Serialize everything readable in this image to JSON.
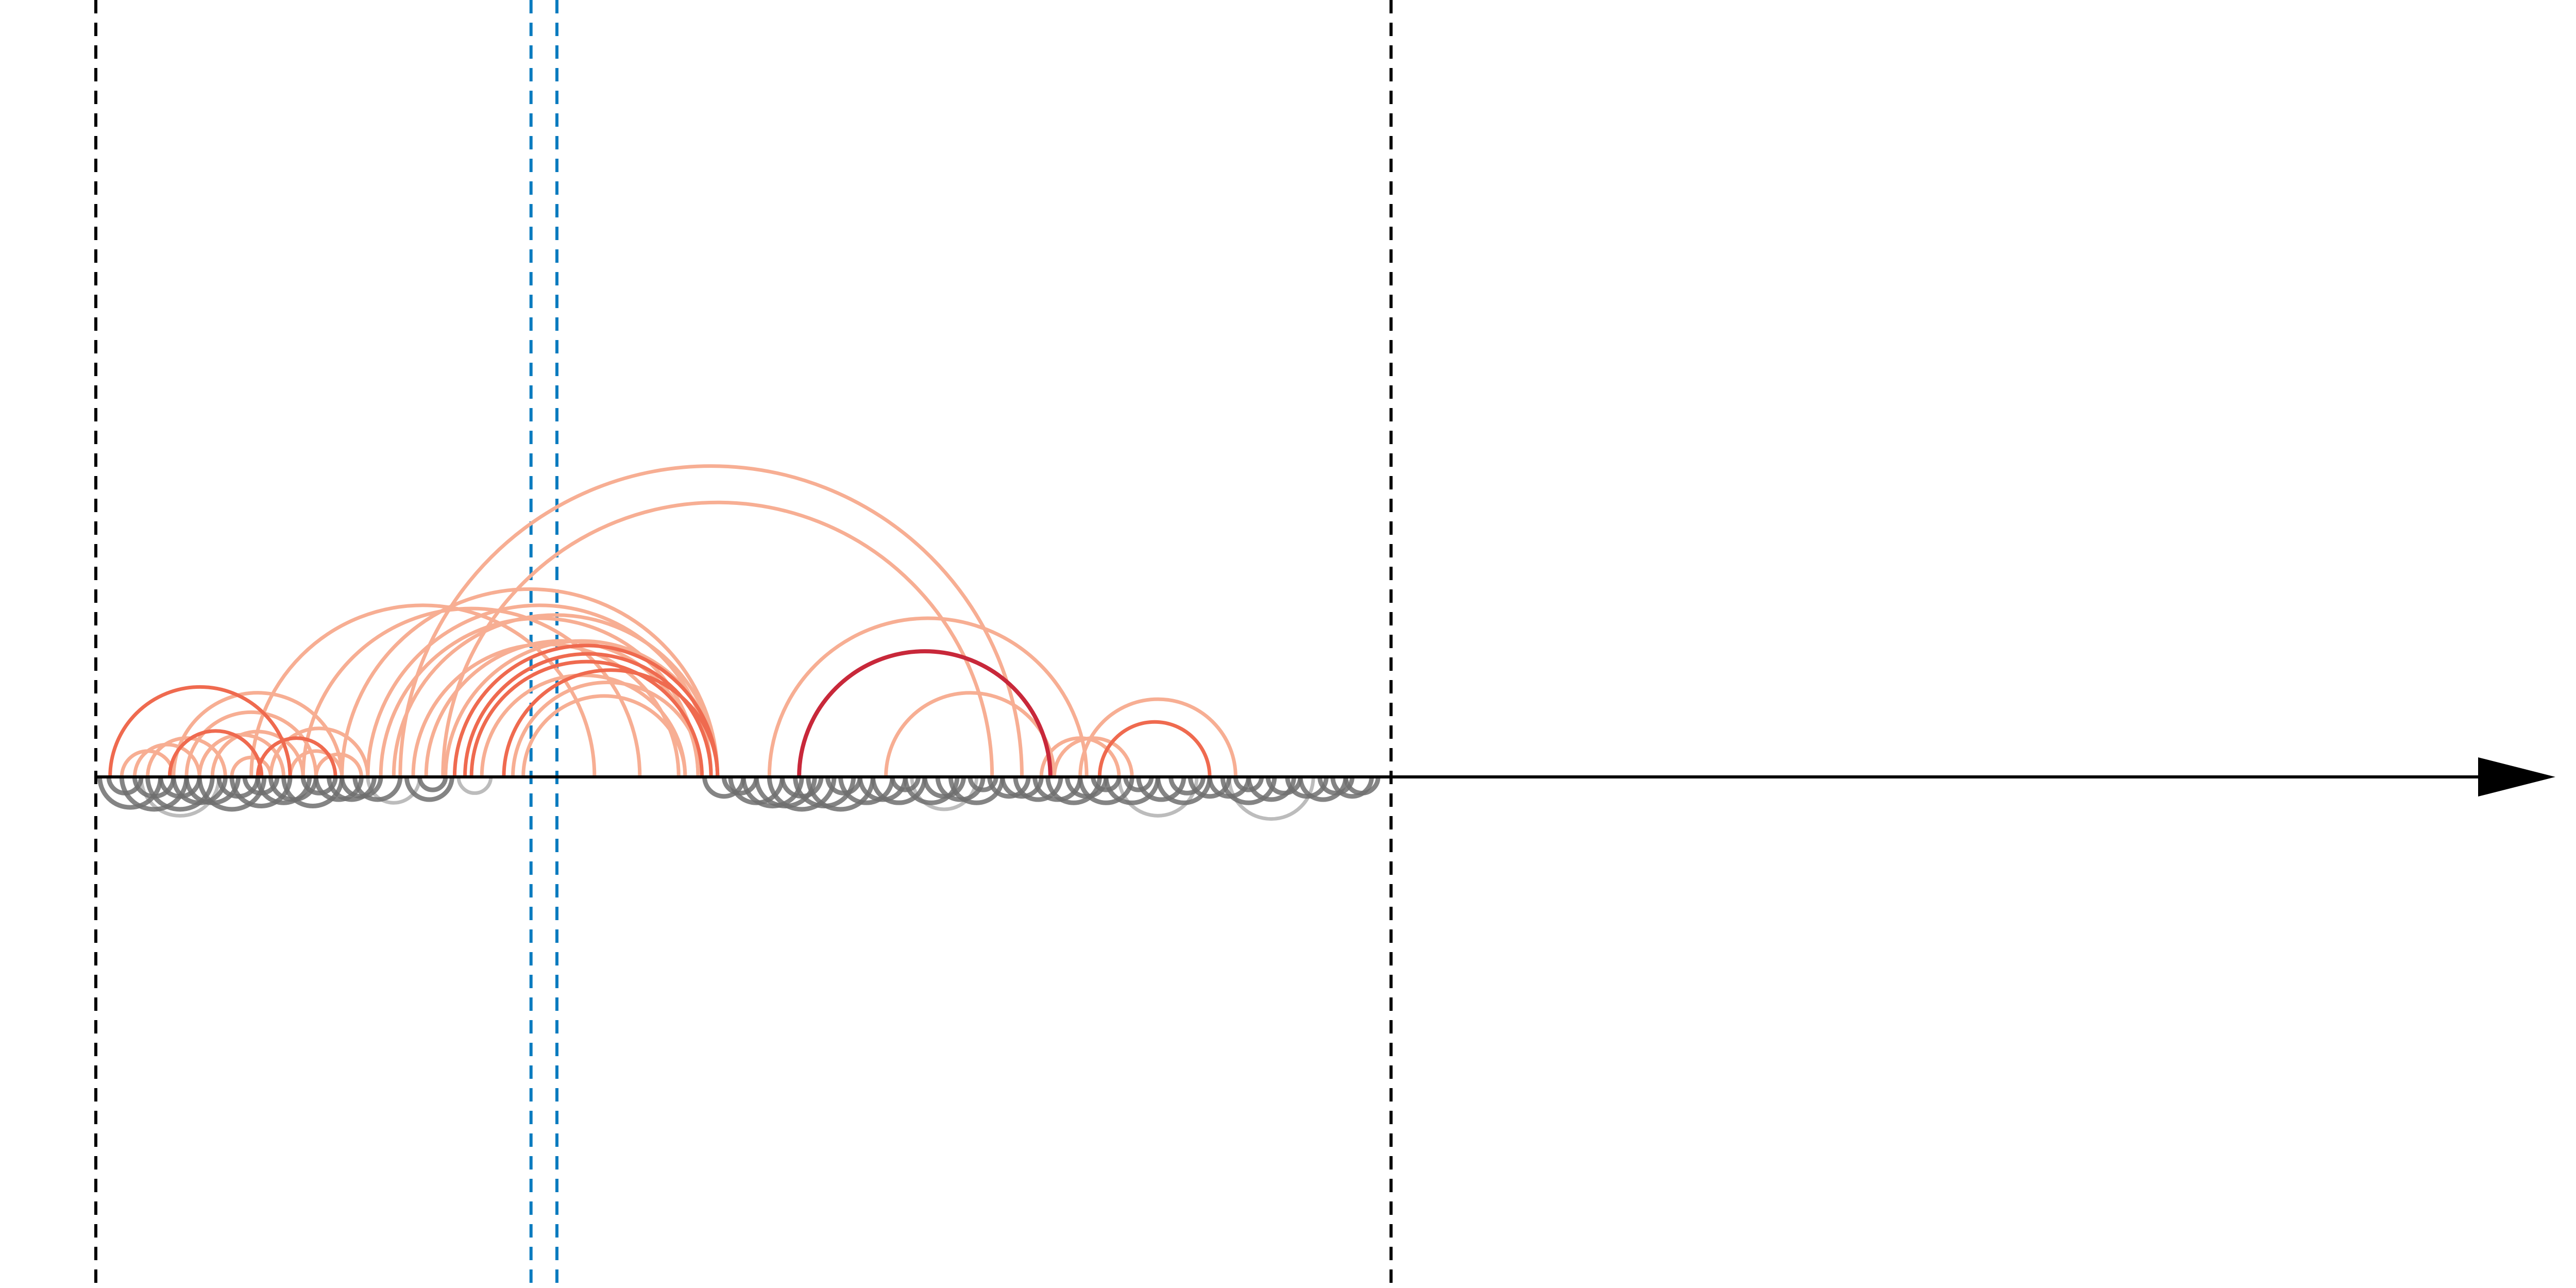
{
  "colors": {
    "background": "#ffffff",
    "axis": "#000000",
    "boundary_line": "#000000",
    "marker_line": "#0a7bbf",
    "below_arc": "#6e6e6e",
    "below_arc_light": "#b0b0b0",
    "arc_light": "#f7ae93",
    "arc_mid": "#ef6a4f",
    "arc_dark": "#c8283a"
  },
  "axis": {
    "arrow_direction": "right",
    "domain": [
      0,
      100
    ]
  },
  "boundary_lines": [
    {
      "position": 0,
      "style": "dashed"
    },
    {
      "position": 100,
      "style": "dashed"
    }
  ],
  "marker_lines": [
    {
      "position": 33.6,
      "style": "dashed"
    },
    {
      "position": 35.6,
      "style": "dashed"
    }
  ],
  "arcs_above": [
    {
      "start": 1.1,
      "end": 15.0,
      "color": "arc_mid"
    },
    {
      "start": 5.7,
      "end": 12.8,
      "color": "arc_mid"
    },
    {
      "start": 3.0,
      "end": 8.0,
      "color": "arc_light"
    },
    {
      "start": 4.0,
      "end": 10.0,
      "color": "arc_light"
    },
    {
      "start": 2.0,
      "end": 6.0,
      "color": "arc_light"
    },
    {
      "start": 6.0,
      "end": 19.0,
      "color": "arc_light"
    },
    {
      "start": 7.0,
      "end": 17.0,
      "color": "arc_light"
    },
    {
      "start": 8.0,
      "end": 14.5,
      "color": "arc_light"
    },
    {
      "start": 9.0,
      "end": 16.0,
      "color": "arc_light"
    },
    {
      "start": 10.5,
      "end": 13.5,
      "color": "arc_light"
    },
    {
      "start": 12.5,
      "end": 18.5,
      "color": "arc_mid"
    },
    {
      "start": 15.0,
      "end": 19.0,
      "color": "arc_light"
    },
    {
      "start": 13.5,
      "end": 21.0,
      "color": "arc_light"
    },
    {
      "start": 17.0,
      "end": 20.5,
      "color": "arc_light"
    },
    {
      "start": 12.0,
      "end": 38.5,
      "color": "arc_light"
    },
    {
      "start": 16.0,
      "end": 42.0,
      "color": "arc_light"
    },
    {
      "start": 19.0,
      "end": 48.0,
      "color": "arc_light"
    },
    {
      "start": 21.0,
      "end": 47.5,
      "color": "arc_light"
    },
    {
      "start": 22.0,
      "end": 46.5,
      "color": "arc_light"
    },
    {
      "start": 23.0,
      "end": 48.0,
      "color": "arc_light"
    },
    {
      "start": 24.5,
      "end": 45.0,
      "color": "arc_light"
    },
    {
      "start": 25.5,
      "end": 46.5,
      "color": "arc_light"
    },
    {
      "start": 27.0,
      "end": 48.0,
      "color": "arc_light"
    },
    {
      "start": 23.5,
      "end": 71.5,
      "color": "arc_light"
    },
    {
      "start": 26.8,
      "end": 69.2,
      "color": "arc_light"
    },
    {
      "start": 27.7,
      "end": 48.0,
      "color": "arc_mid"
    },
    {
      "start": 28.5,
      "end": 47.5,
      "color": "arc_mid"
    },
    {
      "start": 29.0,
      "end": 46.8,
      "color": "arc_mid"
    },
    {
      "start": 29.8,
      "end": 45.5,
      "color": "arc_light"
    },
    {
      "start": 31.5,
      "end": 48.0,
      "color": "arc_mid"
    },
    {
      "start": 32.2,
      "end": 46.8,
      "color": "arc_light"
    },
    {
      "start": 33.0,
      "end": 45.5,
      "color": "arc_light"
    },
    {
      "start": 54.3,
      "end": 73.7,
      "color": "arc_dark"
    },
    {
      "start": 52.0,
      "end": 76.5,
      "color": "arc_light"
    },
    {
      "start": 61.0,
      "end": 74.0,
      "color": "arc_light"
    },
    {
      "start": 73.0,
      "end": 79.0,
      "color": "arc_light"
    },
    {
      "start": 76.0,
      "end": 88.0,
      "color": "arc_light"
    },
    {
      "start": 77.5,
      "end": 86.0,
      "color": "arc_mid"
    },
    {
      "start": 74.0,
      "end": 80.0,
      "color": "arc_light"
    }
  ],
  "arcs_below": [
    {
      "start": 0.3,
      "end": 5.0
    },
    {
      "start": 1.0,
      "end": 3.5
    },
    {
      "start": 2.0,
      "end": 7.0
    },
    {
      "start": 3.0,
      "end": 6.0
    },
    {
      "start": 4.0,
      "end": 9.0
    },
    {
      "start": 5.0,
      "end": 8.0
    },
    {
      "start": 6.0,
      "end": 10.0
    },
    {
      "start": 7.0,
      "end": 11.0
    },
    {
      "start": 8.0,
      "end": 13.0
    },
    {
      "start": 9.5,
      "end": 12.5
    },
    {
      "start": 10.5,
      "end": 15.0
    },
    {
      "start": 11.5,
      "end": 14.0
    },
    {
      "start": 12.5,
      "end": 16.5
    },
    {
      "start": 13.5,
      "end": 17.0
    },
    {
      "start": 14.5,
      "end": 19.0
    },
    {
      "start": 16.0,
      "end": 18.5
    },
    {
      "start": 17.0,
      "end": 20.5
    },
    {
      "start": 18.0,
      "end": 21.5
    },
    {
      "start": 19.0,
      "end": 22.0
    },
    {
      "start": 20.0,
      "end": 23.5
    },
    {
      "start": 24.0,
      "end": 27.5
    },
    {
      "start": 25.0,
      "end": 27.0
    },
    {
      "start": 47.0,
      "end": 50.0
    },
    {
      "start": 48.5,
      "end": 51.0
    },
    {
      "start": 49.0,
      "end": 53.0
    },
    {
      "start": 50.0,
      "end": 54.5
    },
    {
      "start": 51.0,
      "end": 55.5
    },
    {
      "start": 52.0,
      "end": 57.0
    },
    {
      "start": 53.0,
      "end": 56.0
    },
    {
      "start": 54.0,
      "end": 58.5
    },
    {
      "start": 55.0,
      "end": 60.0
    },
    {
      "start": 56.5,
      "end": 59.0
    },
    {
      "start": 57.5,
      "end": 61.5
    },
    {
      "start": 59.0,
      "end": 62.5
    },
    {
      "start": 60.0,
      "end": 64.0
    },
    {
      "start": 61.5,
      "end": 63.5
    },
    {
      "start": 62.5,
      "end": 66.5
    },
    {
      "start": 64.0,
      "end": 67.0
    },
    {
      "start": 65.0,
      "end": 68.5
    },
    {
      "start": 66.0,
      "end": 70.0
    },
    {
      "start": 67.5,
      "end": 69.5
    },
    {
      "start": 69.0,
      "end": 72.0
    },
    {
      "start": 70.0,
      "end": 73.0
    },
    {
      "start": 71.0,
      "end": 74.5
    },
    {
      "start": 72.5,
      "end": 76.0
    },
    {
      "start": 73.5,
      "end": 77.5
    },
    {
      "start": 75.0,
      "end": 78.0
    },
    {
      "start": 76.0,
      "end": 80.0
    },
    {
      "start": 77.0,
      "end": 79.0
    },
    {
      "start": 78.0,
      "end": 82.0
    },
    {
      "start": 79.5,
      "end": 81.5
    },
    {
      "start": 80.5,
      "end": 84.0
    },
    {
      "start": 82.0,
      "end": 86.0
    },
    {
      "start": 83.0,
      "end": 85.5
    },
    {
      "start": 84.5,
      "end": 87.5
    },
    {
      "start": 86.0,
      "end": 89.0
    },
    {
      "start": 87.0,
      "end": 91.0
    },
    {
      "start": 88.0,
      "end": 90.0
    },
    {
      "start": 89.0,
      "end": 92.5
    },
    {
      "start": 90.5,
      "end": 93.0
    },
    {
      "start": 92.0,
      "end": 95.0
    },
    {
      "start": 93.0,
      "end": 96.5
    },
    {
      "start": 94.5,
      "end": 97.0
    },
    {
      "start": 95.5,
      "end": 98.5
    },
    {
      "start": 96.5,
      "end": 99.0
    }
  ],
  "arcs_below_light": [
    {
      "start": 28.0,
      "end": 30.5
    },
    {
      "start": 21.0,
      "end": 25.0
    },
    {
      "start": 3.5,
      "end": 9.5
    },
    {
      "start": 63.0,
      "end": 68.0
    },
    {
      "start": 79.0,
      "end": 85.0
    },
    {
      "start": 87.5,
      "end": 94.0
    }
  ]
}
